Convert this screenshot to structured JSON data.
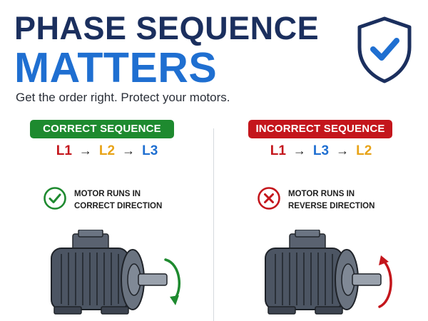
{
  "header": {
    "title_line1": "PHASE SEQUENCE",
    "title_line2": "MATTERS",
    "subtitle": "Get the order right. Protect your motors."
  },
  "icons": {
    "shield": "shield-check-icon",
    "correct": "check-circle-icon",
    "incorrect": "x-circle-icon",
    "motor": "electric-motor-icon"
  },
  "colors": {
    "navy": "#1b2f5e",
    "blue": "#1f6fd1",
    "green": "#1e8a2f",
    "red": "#c4161c",
    "yellow": "#e8a317"
  },
  "correct": {
    "badge": "CORRECT SEQUENCE",
    "sequence": [
      "L1",
      "L2",
      "L3"
    ],
    "arrow": "→",
    "status_line1": "MOTOR RUNS IN",
    "status_line2": "CORRECT DIRECTION"
  },
  "incorrect": {
    "badge": "INCORRECT SEQUENCE",
    "sequence": [
      "L1",
      "L3",
      "L2"
    ],
    "arrow": "→",
    "status_line1": "MOTOR RUNS IN",
    "status_line2": "REVERSE DIRECTION"
  }
}
